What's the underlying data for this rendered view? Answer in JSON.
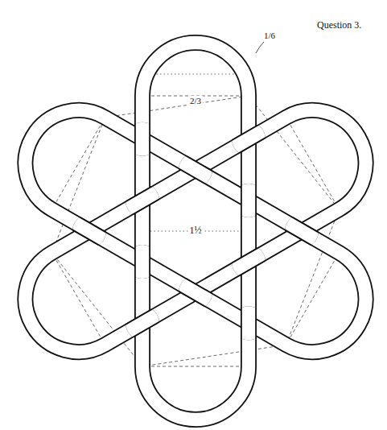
{
  "diagram": {
    "title": "Question 3.",
    "labels": [
      "2/3",
      "1/6",
      "1½"
    ]
  }
}
